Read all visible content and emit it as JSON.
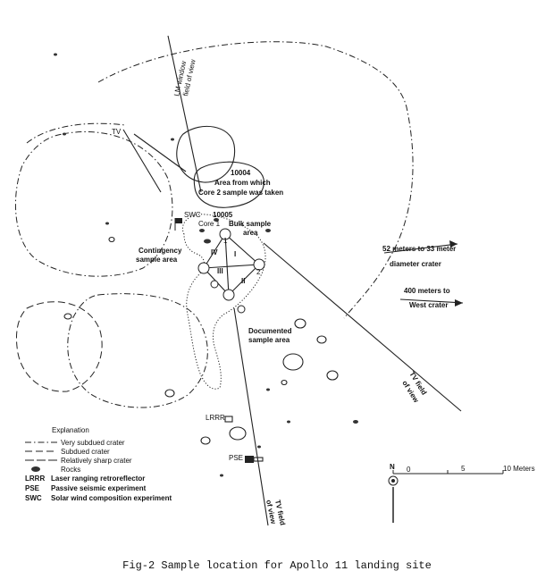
{
  "labels": {
    "lm_window": [
      "LM window",
      "field of view"
    ],
    "tv": "TV",
    "sample_10004": "10004",
    "area_from_which": "Area from which",
    "core2": "Core 2 sample was taken",
    "swc": "SWC",
    "sample_10005": "10005",
    "core1": "Core 1",
    "bulk_sample": "Bulk sample",
    "bulk_area": "area",
    "contingency": [
      "Contingency",
      "sample area"
    ],
    "dist_52": [
      "52 meters to 33 meter",
      "diameter crater"
    ],
    "dist_400": [
      "400 meters to",
      "West crater"
    ],
    "documented": [
      "Documented",
      "sample area"
    ],
    "tv_field_right": [
      "TV field",
      "of view"
    ],
    "tv_field_bottom": [
      "TV field",
      "of view"
    ],
    "lrrr": "LRRR",
    "pse": "PSE",
    "quadrants": [
      "I",
      "II",
      "III",
      "IV"
    ],
    "crater_markers": [
      "1",
      "2"
    ]
  },
  "legend": {
    "title": "Explanation",
    "very_subdued": "Very subdued crater",
    "subdued": "Subdued crater",
    "sharp": "Relatively sharp crater",
    "rocks": "Rocks",
    "abbreviations": [
      {
        "abbr": "LRRR",
        "text": "Laser ranging retroreflector"
      },
      {
        "abbr": "PSE",
        "text": "Passive seismic experiment"
      },
      {
        "abbr": "SWC",
        "text": "Solar wind composition experiment"
      }
    ]
  },
  "scale": {
    "north": "N",
    "ticks": [
      "0",
      "5",
      "10 Meters"
    ]
  },
  "caption": "Fig-2 Sample location for Apollo 11 landing site"
}
